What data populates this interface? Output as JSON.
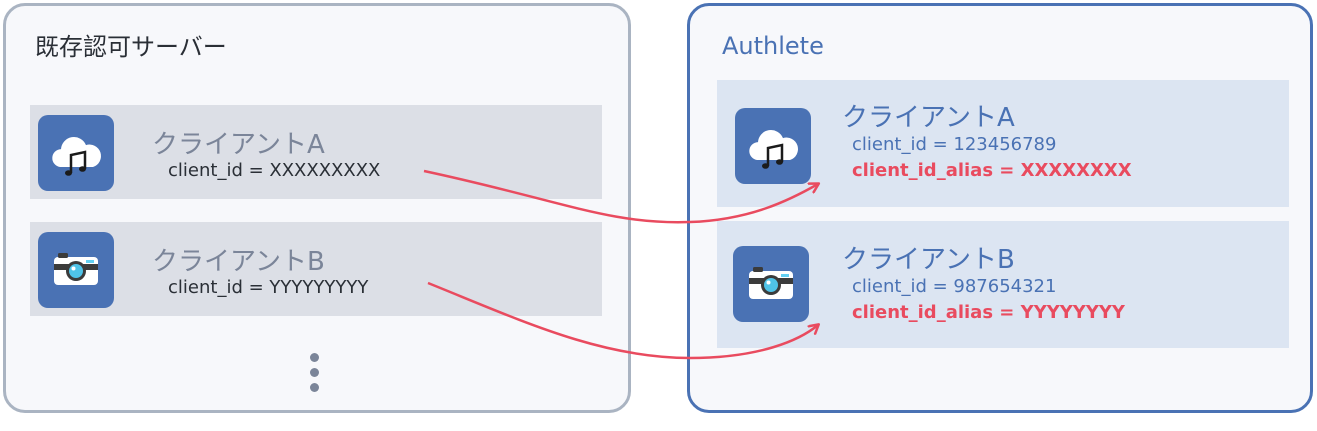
{
  "existing_server": {
    "title": "既存認可サーバー",
    "clients": [
      {
        "name": "クライアントA",
        "id_line": "client_id = XXXXXXXXX",
        "icon": "cloud-music-icon"
      },
      {
        "name": "クライアントB",
        "id_line": "client_id = YYYYYYYYY",
        "icon": "camera-icon"
      }
    ],
    "more_icon": "vertical-ellipsis-icon"
  },
  "authlete": {
    "title": "Authlete",
    "clients": [
      {
        "name": "クライアントA",
        "id_line": "client_id = 123456789",
        "alias_line": "client_id_alias = XXXXXXXX",
        "icon": "cloud-music-icon"
      },
      {
        "name": "クライアントB",
        "id_line": "client_id = 987654321",
        "alias_line": "client_id_alias = YYYYYYYY",
        "icon": "camera-icon"
      }
    ]
  },
  "colors": {
    "left_border": "#aab4c2",
    "right_border": "#4a72b4",
    "icon_tile": "#4a72b4",
    "arrow": "#e94b5f",
    "alias_text": "#e94b5f"
  }
}
